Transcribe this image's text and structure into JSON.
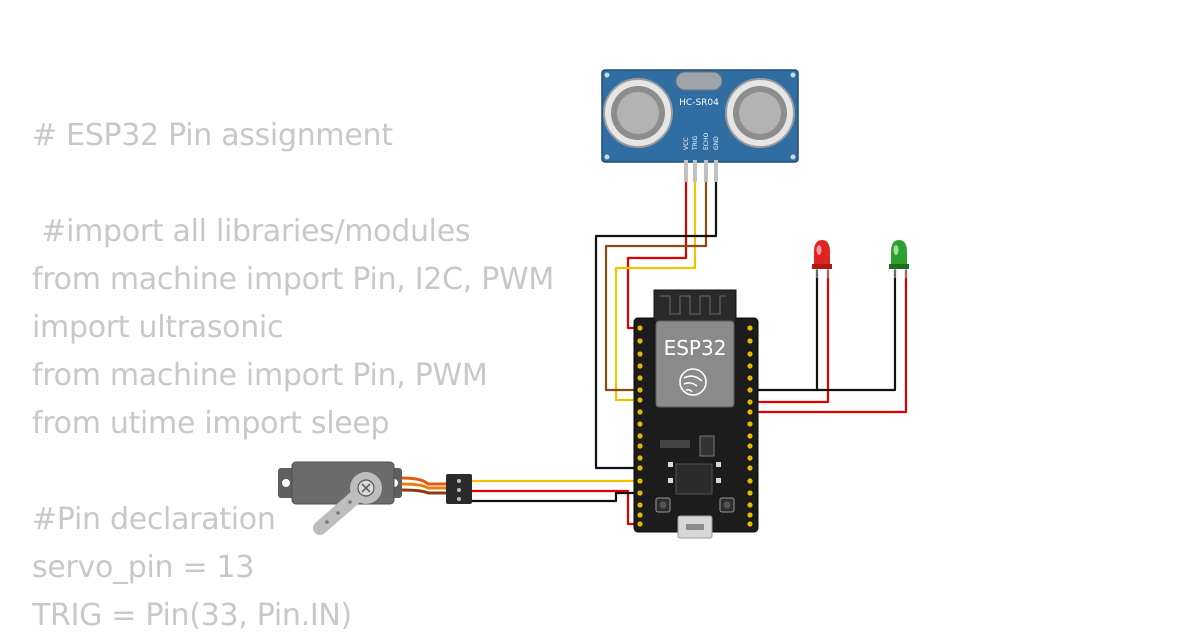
{
  "code_lines": [
    "# ESP32 Pin assignment",
    "",
    " #import all libraries/modules",
    "from machine import Pin, I2C, PWM",
    "import ultrasonic",
    "from machine import Pin, PWM",
    "from utime import sleep",
    "",
    "#Pin declaration",
    "servo_pin = 13",
    "TRIG = Pin(33, Pin.IN)"
  ],
  "sensor": {
    "model": "HC-SR04",
    "pins": [
      "VCC",
      "TRIG",
      "ECHO",
      "GND"
    ]
  },
  "board": {
    "label": "ESP32"
  },
  "leds": {
    "red_color": "#e02424",
    "green_color": "#2e9e2e"
  },
  "wire_colors": {
    "red": "#e00000",
    "yellow": "#f2c200",
    "brown": "#8b4a14",
    "black": "#111111",
    "orange": "#f07c10"
  }
}
